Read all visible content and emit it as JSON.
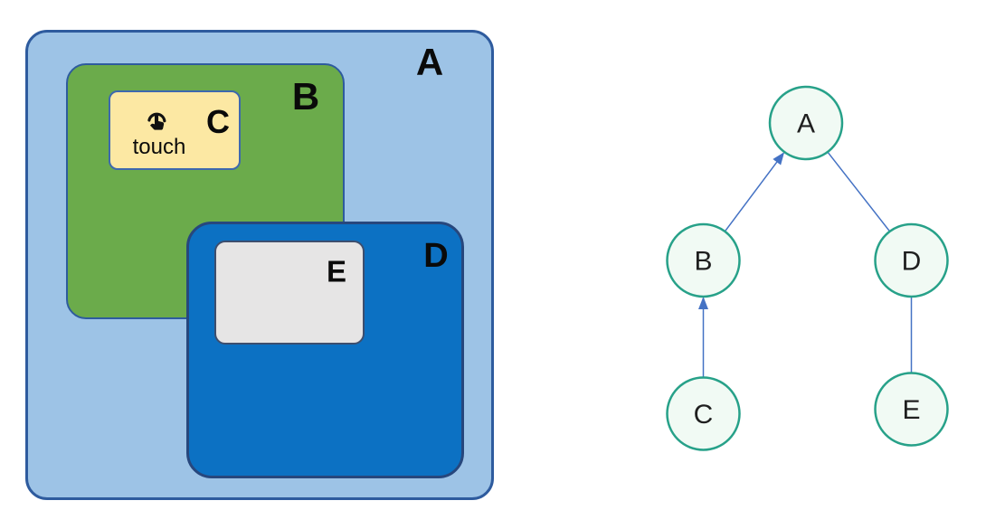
{
  "nested_diagram": {
    "boxes": [
      {
        "id": "A",
        "label": "A"
      },
      {
        "id": "B",
        "label": "B"
      },
      {
        "id": "C",
        "label": "C",
        "icon": "touch-icon",
        "icon_caption": "touch"
      },
      {
        "id": "D",
        "label": "D"
      },
      {
        "id": "E",
        "label": "E"
      }
    ],
    "containment": [
      {
        "parent": "A",
        "children": [
          "B",
          "D"
        ]
      },
      {
        "parent": "B",
        "children": [
          "C"
        ]
      },
      {
        "parent": "D",
        "children": [
          "E"
        ]
      }
    ]
  },
  "tree_diagram": {
    "nodes": [
      {
        "id": "A",
        "label": "A"
      },
      {
        "id": "B",
        "label": "B"
      },
      {
        "id": "D",
        "label": "D"
      },
      {
        "id": "C",
        "label": "C"
      },
      {
        "id": "E",
        "label": "E"
      }
    ],
    "edges": [
      {
        "from": "B",
        "to": "A",
        "arrow": true
      },
      {
        "from": "A",
        "to": "D",
        "arrow": false
      },
      {
        "from": "C",
        "to": "B",
        "arrow": true
      },
      {
        "from": "D",
        "to": "E",
        "arrow": false
      }
    ]
  },
  "colors": {
    "box_a_fill": "#9DC3E6",
    "box_a_border": "#2E5B9E",
    "box_b_fill": "#6BAB4B",
    "box_b_border": "#2E5B9E",
    "box_c_fill": "#FCE8A3",
    "box_c_border": "#3E68AE",
    "box_d_fill": "#0C71C3",
    "box_d_border": "#27477D",
    "box_e_fill": "#E6E5E5",
    "box_e_border": "#3D4E6E",
    "node_fill": "#F1FAF4",
    "node_stroke": "#27A189",
    "edge_color": "#4472C4",
    "label_color": "#0A0A0A"
  }
}
